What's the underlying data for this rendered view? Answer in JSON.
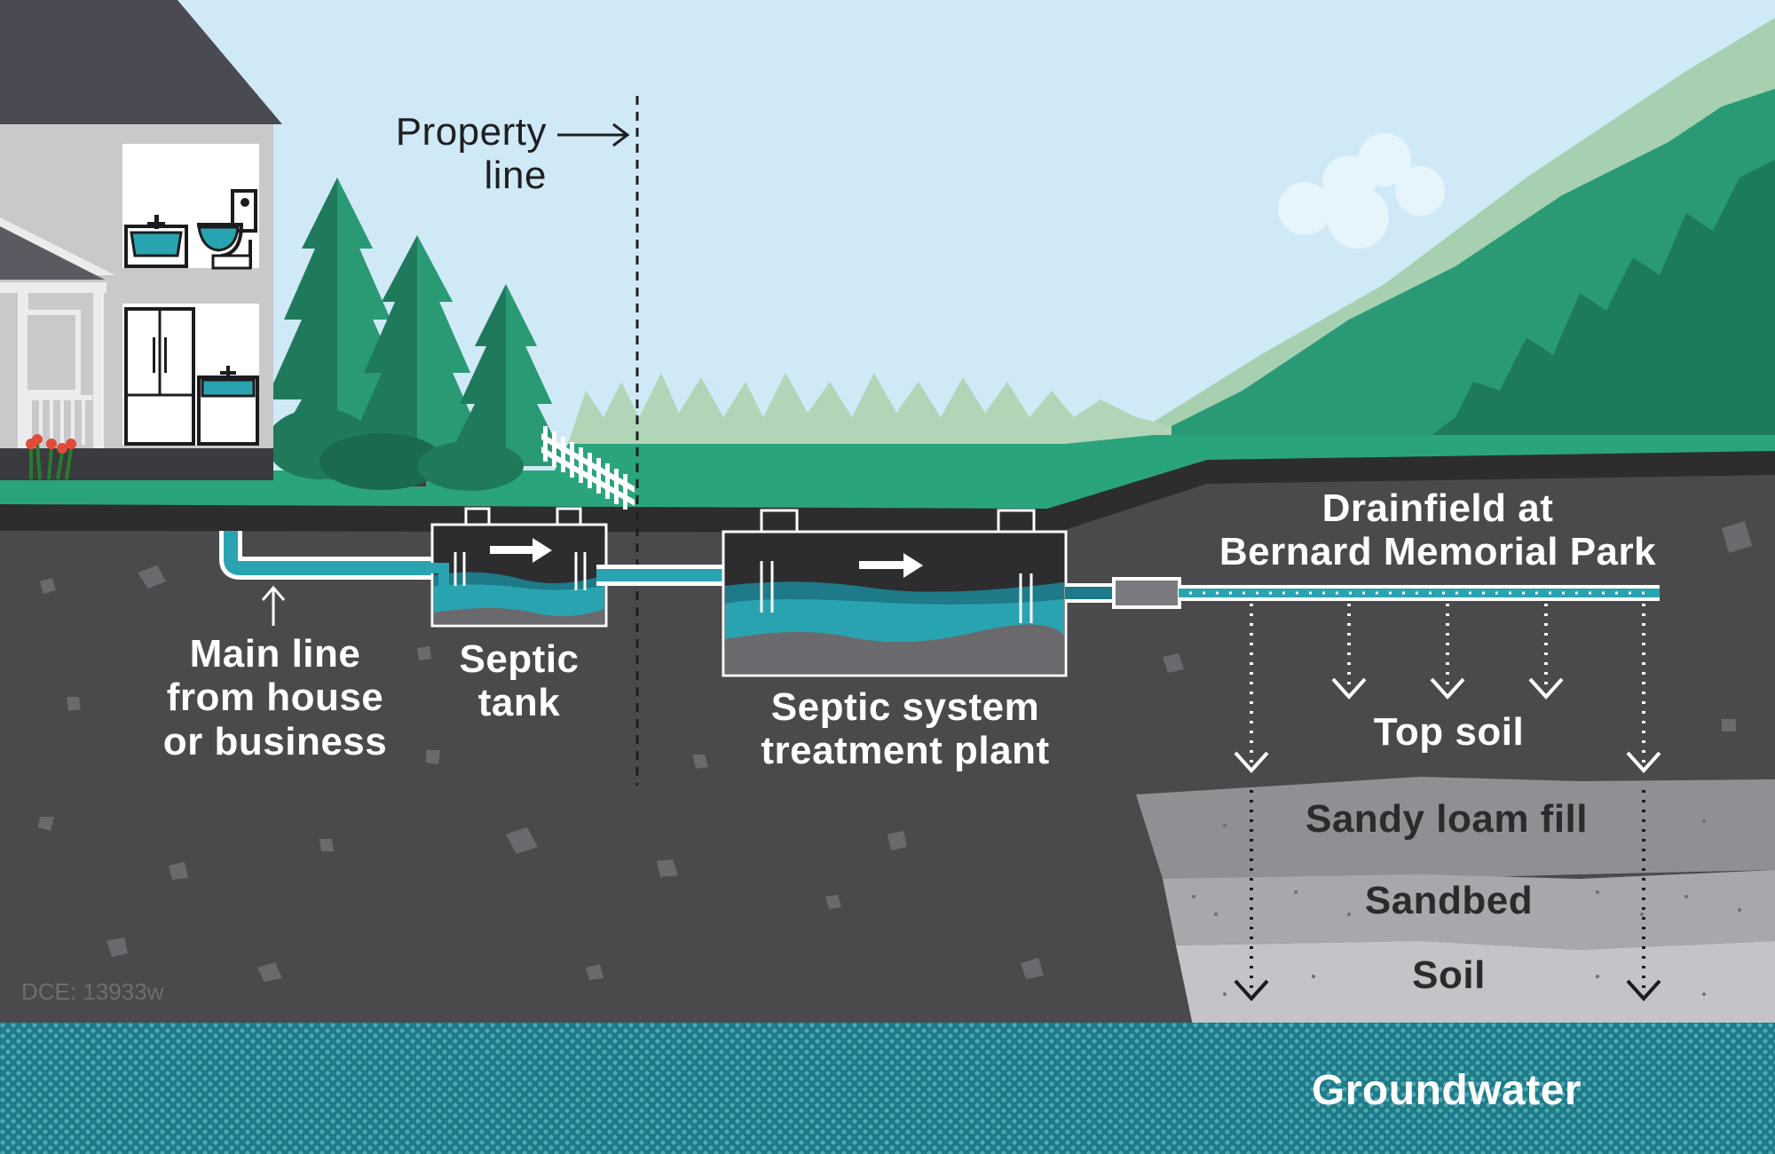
{
  "labels": {
    "property_line": "Property\nline",
    "main_line": "Main line\nfrom house\nor business",
    "septic_tank": "Septic\ntank",
    "treatment_plant": "Septic system\ntreatment plant",
    "drainfield": "Drainfield at\nBernard Memorial Park",
    "top_soil": "Top soil",
    "sandy_loam": "Sandy loam fill",
    "sandbed": "Sandbed",
    "soil": "Soil",
    "groundwater": "Groundwater"
  },
  "watermark": "DCE: 13933w",
  "colors": {
    "sky": "#cfe9f7",
    "grass": "#2aa47c",
    "forest": "#1f7a5c",
    "underground": "#4a4a4d",
    "water": "#2aa3b0",
    "groundwater": "#1d7a88",
    "house_roof": "#4a4a52",
    "house_wall": "#c9c9cc"
  },
  "icons": {
    "house": "house-icon",
    "sink": "sink-icon",
    "toilet": "toilet-icon",
    "fridge": "refrigerator-icon",
    "trees": "pine-tree-icon",
    "fence": "picket-fence-icon",
    "flow_arrow": "flow-arrow-icon",
    "drain_arrow": "drain-arrow-icon"
  }
}
